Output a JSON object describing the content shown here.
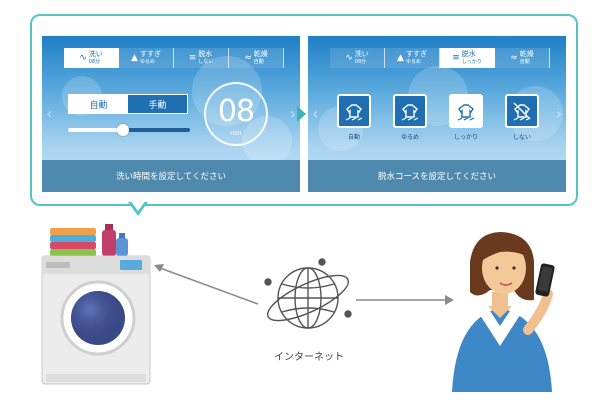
{
  "steps": [
    {
      "name": "洗い",
      "sub": "08分",
      "icon": "wash-icon"
    },
    {
      "name": "すすぎ",
      "sub": "ゆるめ",
      "icon": "rinse-icon"
    },
    {
      "name": "脱水",
      "sub": "しない",
      "icon": "spin-icon"
    },
    {
      "name": "乾燥",
      "sub": "自動",
      "icon": "dry-icon"
    }
  ],
  "steps_right": [
    {
      "name": "洗い",
      "sub": "08分",
      "icon": "wash-icon"
    },
    {
      "name": "すすぎ",
      "sub": "ゆるめ",
      "icon": "rinse-icon"
    },
    {
      "name": "脱水",
      "sub": "しっかり",
      "icon": "spin-icon"
    },
    {
      "name": "乾燥",
      "sub": "自動",
      "icon": "dry-icon"
    }
  ],
  "left_screen": {
    "mode_auto": "自動",
    "mode_manual": "手動",
    "selected_mode": "manual",
    "timer_value": "08",
    "timer_unit": "min",
    "slider_level": 0.45,
    "footer": "洗い時間を設定してください"
  },
  "right_screen": {
    "options": [
      {
        "label": "自動",
        "selected": false
      },
      {
        "label": "ゆるめ",
        "selected": false
      },
      {
        "label": "しっかり",
        "selected": true
      },
      {
        "label": "しない",
        "selected": false
      }
    ],
    "footer": "脱水コースを設定してください"
  },
  "network_label": "インターネット",
  "colors": {
    "bubble_border": "#55c4c6",
    "screen_blue": "#1f6fb2",
    "footer_bar": "#4f89ad"
  }
}
